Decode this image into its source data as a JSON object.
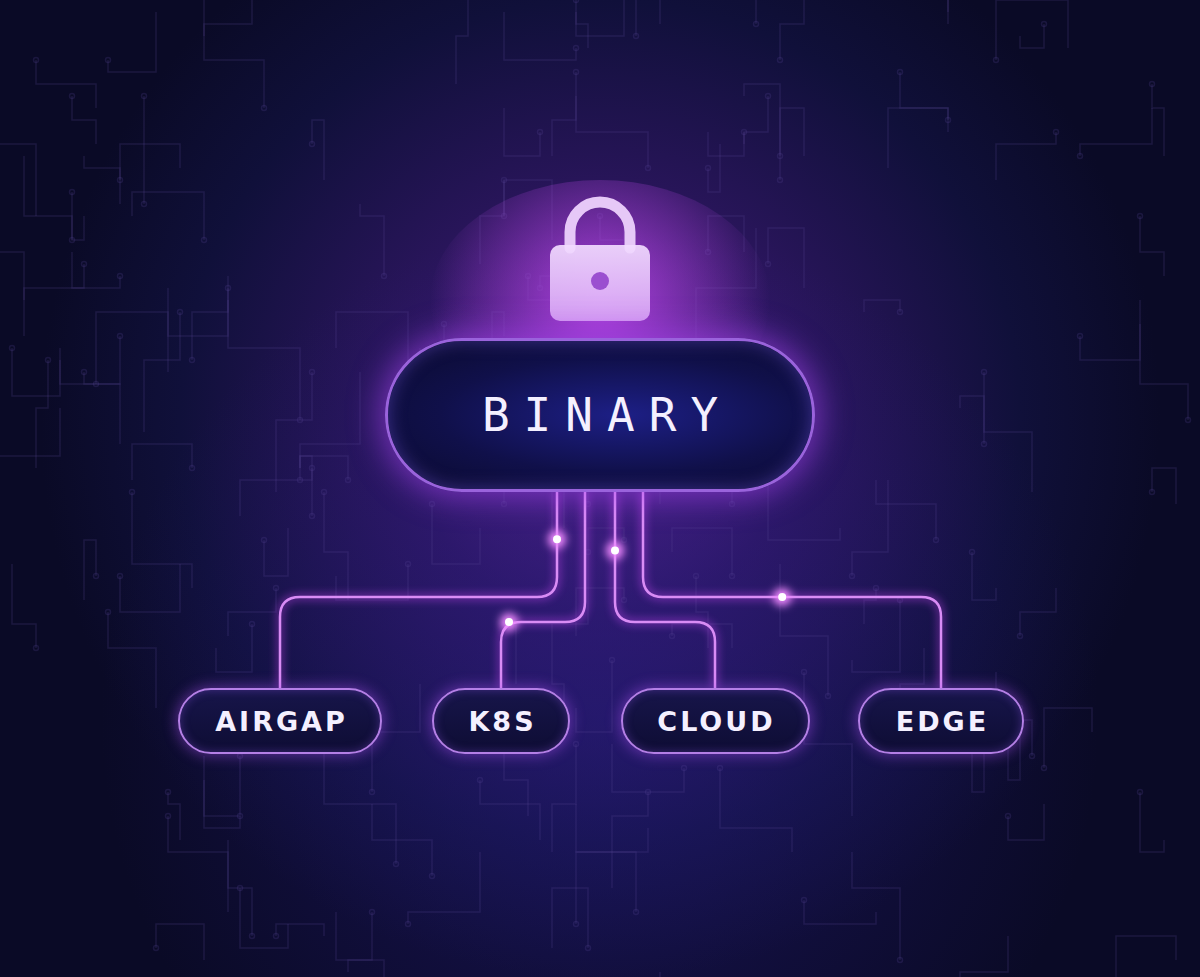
{
  "diagram": {
    "nodes": [
      {
        "text": [
          "BINARY"
        ]
      },
      {
        "text": [
          "AIRGAP"
        ]
      },
      {
        "text": [
          "K8S"
        ]
      },
      {
        "text": [
          "CLOUD"
        ]
      },
      {
        "text": [
          "EDGE"
        ]
      }
    ],
    "edges": [
      {
        "from": 0,
        "to": 1,
        "arrow": "none"
      },
      {
        "from": 0,
        "to": 2,
        "arrow": "none"
      },
      {
        "from": 0,
        "to": 3,
        "arrow": "none"
      },
      {
        "from": 0,
        "to": 4,
        "arrow": "none"
      }
    ]
  }
}
